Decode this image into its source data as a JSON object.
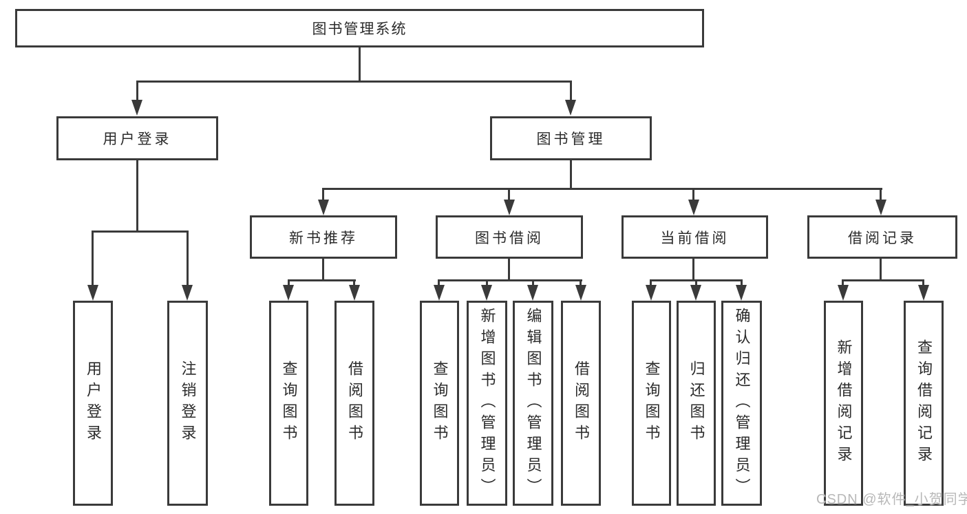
{
  "diagram": {
    "type": "hierarchy-tree",
    "watermark": "CSDN @软件_小贺同学",
    "colors": {
      "line": "#3a3a3a",
      "text": "#2b2b2b",
      "watermark": "#b8b8b8",
      "background": "#ffffff"
    }
  },
  "nodes": {
    "root": "图书管理系统",
    "user_login": "用户登录",
    "book_mgmt": "图书管理",
    "login": "用户登录",
    "logout": "注销登录",
    "new_books": "新书推荐",
    "book_borrow": "图书借阅",
    "current_borrow": "当前借阅",
    "borrow_records": "借阅记录",
    "nb_query": "查询图书",
    "nb_borrow": "借阅图书",
    "bb_query": "查询图书",
    "bb_add": "新增图书（管理员）",
    "bb_edit": "编辑图书（管理员）",
    "bb_borrow": "借阅图书",
    "cb_query": "查询图书",
    "cb_return": "归还图书",
    "cb_confirm": "确认归还（管理员）",
    "br_add": "新增借阅记录",
    "br_query": "查询借阅记录"
  },
  "edges": [
    {
      "from": "图书管理系统",
      "to": "用户登录"
    },
    {
      "from": "图书管理系统",
      "to": "图书管理"
    },
    {
      "from": "用户登录",
      "to": "用户登录"
    },
    {
      "from": "用户登录",
      "to": "注销登录"
    },
    {
      "from": "图书管理",
      "to": "新书推荐"
    },
    {
      "from": "图书管理",
      "to": "图书借阅"
    },
    {
      "from": "图书管理",
      "to": "当前借阅"
    },
    {
      "from": "图书管理",
      "to": "借阅记录"
    },
    {
      "from": "新书推荐",
      "to": "查询图书"
    },
    {
      "from": "新书推荐",
      "to": "借阅图书"
    },
    {
      "from": "图书借阅",
      "to": "查询图书"
    },
    {
      "from": "图书借阅",
      "to": "新增图书（管理员）"
    },
    {
      "from": "图书借阅",
      "to": "编辑图书（管理员）"
    },
    {
      "from": "图书借阅",
      "to": "借阅图书"
    },
    {
      "from": "当前借阅",
      "to": "查询图书"
    },
    {
      "from": "当前借阅",
      "to": "归还图书"
    },
    {
      "from": "当前借阅",
      "to": "确认归还（管理员）"
    },
    {
      "from": "借阅记录",
      "to": "新增借阅记录"
    },
    {
      "from": "借阅记录",
      "to": "查询借阅记录"
    }
  ]
}
